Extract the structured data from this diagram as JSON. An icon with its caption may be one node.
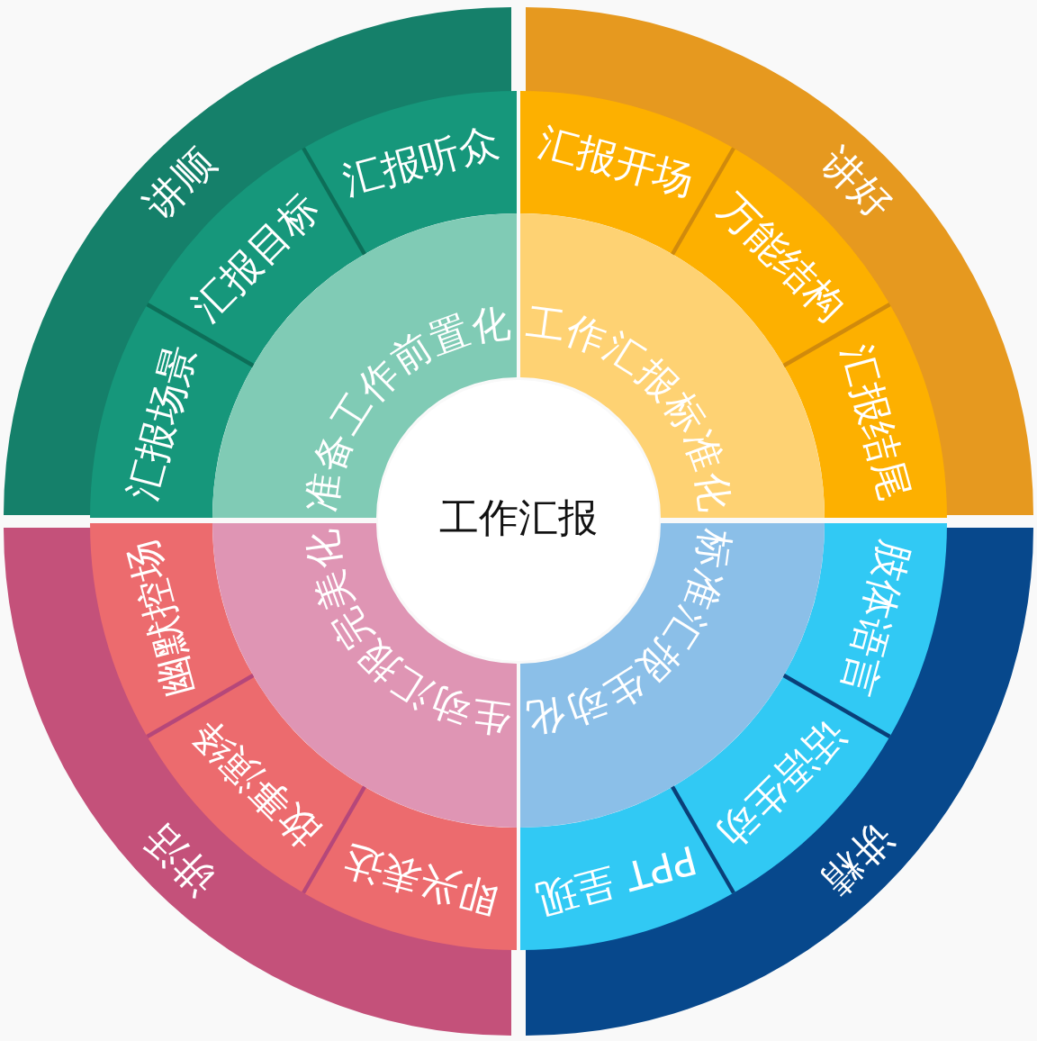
{
  "diagram": {
    "nodes": [
      {
        "text": [
          "工作汇报"
        ]
      },
      {
        "text": [
          "准备工作前置化"
        ]
      },
      {
        "text": [
          "汇报场景"
        ]
      },
      {
        "text": [
          "汇报目标"
        ]
      },
      {
        "text": [
          "汇报听众"
        ]
      },
      {
        "text": [
          "讲顺"
        ]
      },
      {
        "text": [
          "工作汇报标准化"
        ]
      },
      {
        "text": [
          "汇报开场"
        ]
      },
      {
        "text": [
          "万能结构"
        ]
      },
      {
        "text": [
          "汇报结尾"
        ]
      },
      {
        "text": [
          "讲好"
        ]
      },
      {
        "text": [
          "标准汇报生动化"
        ]
      },
      {
        "text": [
          "肢体语言"
        ]
      },
      {
        "text": [
          "话语生动"
        ]
      },
      {
        "text": [
          "PPT 呈现"
        ]
      },
      {
        "text": [
          "讲精"
        ]
      },
      {
        "text": [
          "生动汇报完美化"
        ]
      },
      {
        "text": [
          "即兴表达"
        ]
      },
      {
        "text": [
          "故事演绎"
        ]
      },
      {
        "text": [
          "幽默控场"
        ]
      },
      {
        "text": [
          "讲活"
        ]
      }
    ]
  }
}
